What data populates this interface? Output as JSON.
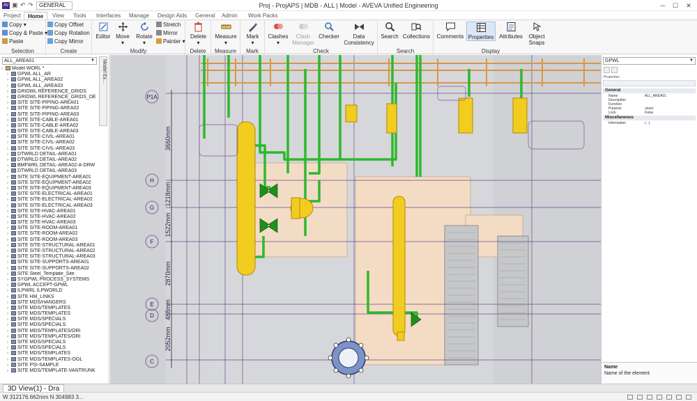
{
  "titlebar": {
    "module": "GENERAL",
    "title": "Proj - ProjAPS | MDB - ALL | Model - AVEVA Unified Engineering",
    "minimize": "─",
    "maximize": "☐",
    "close": "✕"
  },
  "tabs": [
    "Project",
    "Home",
    "View",
    "Tools",
    "Interfaces",
    "Manage",
    "Design Aids",
    "General",
    "Admin",
    "Work Packs"
  ],
  "active_tab": "Home",
  "ribbon": {
    "selection": {
      "title": "Selection",
      "copy": "Copy",
      "copy_paste": "Copy & Paste",
      "paste": "Paste"
    },
    "create": {
      "title": "Create",
      "copy_offset": "Copy Offset",
      "copy_rotation": "Copy Rotation",
      "copy_mirror": "Copy Mirror"
    },
    "modify": {
      "title": "Modify",
      "editor": "Editor",
      "move": "Move",
      "rotate": "Rotate",
      "stretch": "Stretch",
      "mirror": "Mirror",
      "painter": "Painter"
    },
    "delete": {
      "title": "Delete",
      "delete": "Delete"
    },
    "measure": {
      "title": "Measure",
      "measure": "Measure"
    },
    "mark": {
      "title": "Mark",
      "mark": "Mark"
    },
    "check": {
      "title": "Check",
      "clashes": "Clashes",
      "clash_manager_1": "Clash",
      "clash_manager_2": "Manager",
      "checker": "Checker",
      "data_consistency_1": "Data",
      "data_consistency_2": "Consistency"
    },
    "search": {
      "title": "Search",
      "search": "Search",
      "collections": "Collections"
    },
    "display": {
      "title": "Display",
      "comments": "Comments",
      "properties": "Properties",
      "attributes": "Attributes",
      "object_snaps_1": "Object",
      "object_snaps_2": "Snaps"
    }
  },
  "explorer": {
    "combo_value": "ALL_AREA01",
    "side_tab": "Model Ex...",
    "tree": [
      "Model WORL *",
      "GPWL ALL_AR",
      "GPWL ALL_AREA02",
      "GPWL ALL_AREA03",
      "GRIDWL REFERENCE_GRIDS",
      "GRIDWL REFERENCE_GRIDS_DE",
      "SITE SITE-PIPING-AREA01",
      "SITE SITE-PIPING-AREA02",
      "SITE SITE-PIPING-AREA03",
      "SITE SITE-CABLE-AREA01",
      "SITE SITE-CABLE-AREA02",
      "SITE SITE-CABLE-AREA03",
      "SITE SITE-CIVIL-AREA01",
      "SITE SITE-CIVIL-AREA02",
      "SITE SITE-CIVIL-AREA03",
      "DTWRLD DETAIL-AREA01",
      "DTWRLD DETAIL-AREA02",
      "BMFWRL DETAIL-AREA02-A-DRW",
      "DTWRLD DETAIL-AREA03",
      "SITE SITE-EQUIPMENT-AREA01",
      "SITE SITE-EQUIPMENT-AREA02",
      "SITE SITE-EQUIPMENT-AREA03",
      "SITE SITE-ELECTRICAL-AREA01",
      "SITE SITE-ELECTRICAL-AREA02",
      "SITE SITE-ELECTRICAL-AREA03",
      "SITE SITE-HVAC-AREA01",
      "SITE SITE-HVAC-AREA02",
      "SITE SITE-HVAC-AREA03",
      "SITE SITE-ROOM-AREA01",
      "SITE SITE-ROOM-AREA02",
      "SITE SITE-ROOM-AREA03",
      "SITE SITE-STRUCTURAL-AREA01",
      "SITE SITE-STRUCTURAL-AREA02",
      "SITE SITE-STRUCTURAL-AREA03",
      "SITE SITE-SUPPORTS-AREA01",
      "SITE SITE-SUPPORTS-AREA02",
      "SITE Steel_Template_Site",
      "SYGPWL PROCESS_SYSTEMS",
      "GPWL ACCEPT-GPWL",
      "ILPWRL ILPWORLD",
      "SITE HM_LINKS",
      "SITE MDS/HANGERS",
      "SITE MDS/TEMPLATES",
      "SITE MDS/TEMPLATES",
      "SITE MDS/SPECIALS",
      "SITE MDS/SPECIALS",
      "SITE MDS/TEMPLATES/ORI",
      "SITE MDS/TEMPLATES/ORI",
      "SITE MDS/SPECIALS",
      "SITE MDS/SPECIALS",
      "SITE MDS/TEMPLATES",
      "SITE MDS/TEMPLATES-OGL",
      "SITE PSI-SAMPLE",
      "SITE MDS/TEMPLATE-VANTRUNK"
    ]
  },
  "viewport": {
    "grid_labels": [
      "P1A",
      "H",
      "G",
      "F",
      "E",
      "D",
      "C"
    ],
    "dimensions": [
      "3660mm",
      "1218mm",
      "1522mm",
      "2870mm",
      "488mm",
      "2052mm"
    ],
    "colors": {
      "background": "#cfd1d4",
      "pipe": "#2db82d",
      "equipment": "#f2cc1f",
      "grid": "#5a3a7a",
      "structure": "#f3dcc6"
    }
  },
  "properties": {
    "combo_value": "GPWL",
    "panel_title": "Properties",
    "category_general": "General",
    "category_misc": "Miscellaneous",
    "rows": [
      {
        "key": "Name",
        "value": "ALL_AREA01"
      },
      {
        "key": "Description",
        "value": ""
      },
      {
        "key": "Function",
        "value": ""
      },
      {
        "key": "Purpose",
        "value": "unset"
      },
      {
        "key": "Lock",
        "value": "False"
      }
    ],
    "misc_rows": [
      {
        "key": "Information",
        "value": "(...)"
      }
    ],
    "desc_title": "Name",
    "desc_text": "Name of the element"
  },
  "bottom": {
    "doc_tab": "3D View(1) - Dra",
    "coords": "W 312176.662mm N 304983 3..."
  }
}
